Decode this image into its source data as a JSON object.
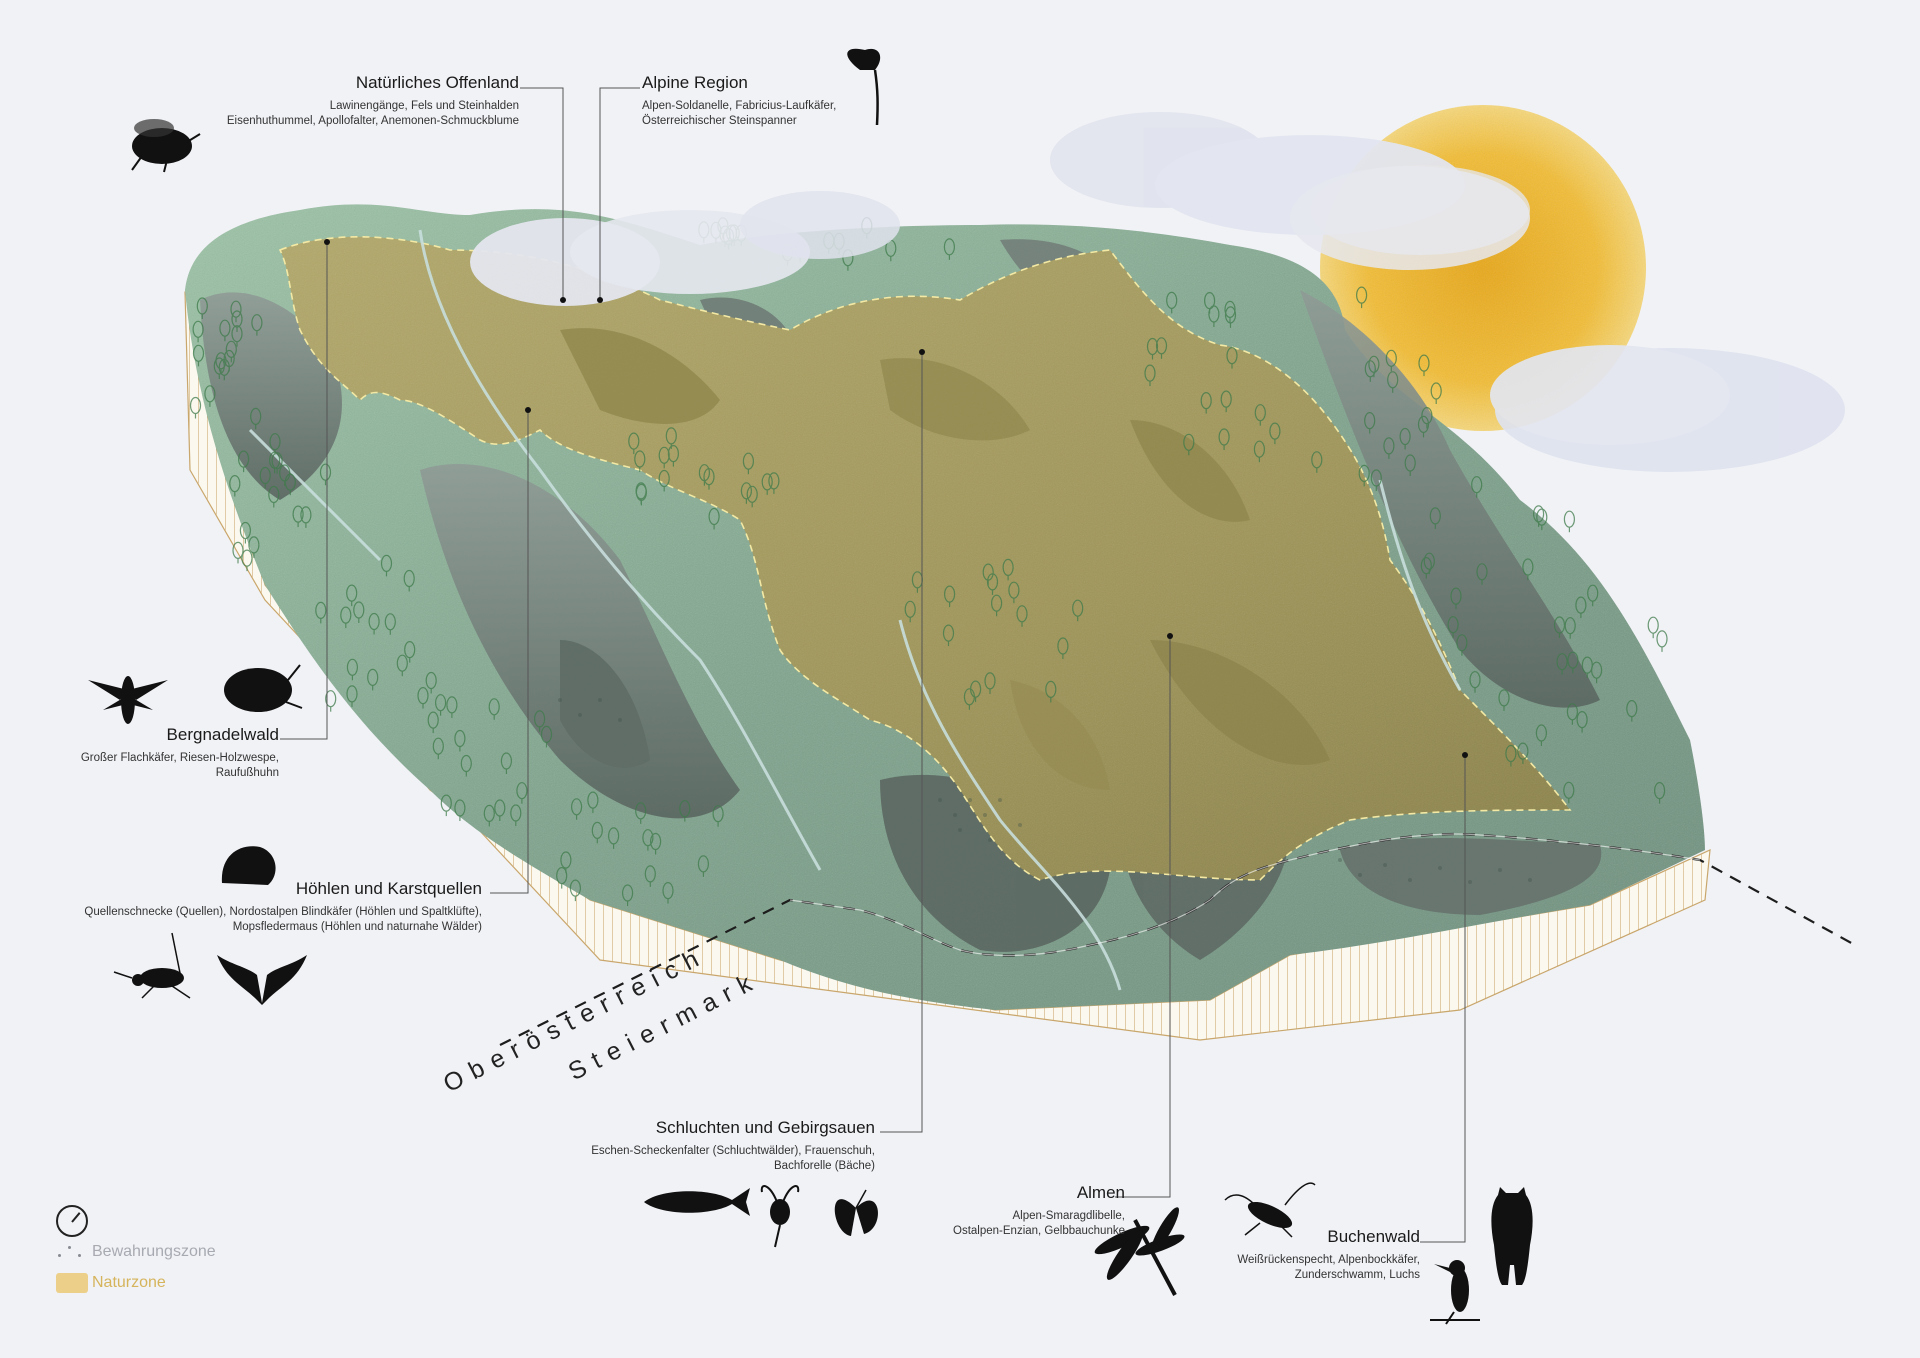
{
  "zones": [
    {
      "key": "offenland",
      "title": "Natürliches Offenland",
      "species": [
        "Lawinengänge, Fels und Steinhalden",
        "Eisenhuthummel, Apollofalter, Anemonen-Schmuckblume"
      ]
    },
    {
      "key": "alpine",
      "title": "Alpine Region",
      "species": [
        "Alpen-Soldanelle, Fabricius-Laufkäfer,",
        "Österreichischer Steinspanner"
      ]
    },
    {
      "key": "bergnadelwald",
      "title": "Bergnadelwald",
      "species": [
        "Großer Flachkäfer, Riesen-Holzwespe,",
        "Raufußhuhn"
      ]
    },
    {
      "key": "hoehlen",
      "title": "Höhlen und Karstquellen",
      "species": [
        "Quellenschnecke (Quellen), Nordostalpen Blindkäfer (Höhlen und Spaltklüfte),",
        "Mopsfledermaus (Höhlen und naturnahe Wälder)"
      ]
    },
    {
      "key": "schluchten",
      "title": "Schluchten und Gebirgsauen",
      "species": [
        "Eschen-Scheckenfalter (Schluchtwälder), Frauenschuh,",
        "Bachforelle (Bäche)"
      ]
    },
    {
      "key": "almen",
      "title": "Almen",
      "species": [
        "Alpen-Smaragdlibelle,",
        "Ostalpen-Enzian, Gelbbauchunke"
      ]
    },
    {
      "key": "buchenwald",
      "title": "Buchenwald",
      "species": [
        "Weißrückenspecht, Alpenbockkäfer,",
        "Zunderschwamm, Luchs"
      ]
    }
  ],
  "border": {
    "north": "Oberösterreich",
    "south": "Steiermark"
  },
  "legend": {
    "bewahrungszone": "Bewahrungszone",
    "naturzone": "Naturzone"
  },
  "colors": {
    "background": "#f1f2f6",
    "forest": "#8fb59b",
    "rock": "#6e7a76",
    "naturzone": "#a49a58",
    "sun": "#f0b92c",
    "cloud": "#dfe3ef",
    "soil_hatch": "#d9b77b"
  },
  "icons": [
    "bumblebee-icon",
    "soldanella-flower-icon",
    "wood-wasp-icon",
    "flat-beetle-icon",
    "snail-icon",
    "cave-beetle-icon",
    "bat-icon",
    "trout-icon",
    "ladys-slipper-orchid-icon",
    "butterfly-icon",
    "dragonfly-icon",
    "longhorn-beetle-icon",
    "lynx-icon",
    "woodpecker-icon",
    "compass-icon"
  ]
}
